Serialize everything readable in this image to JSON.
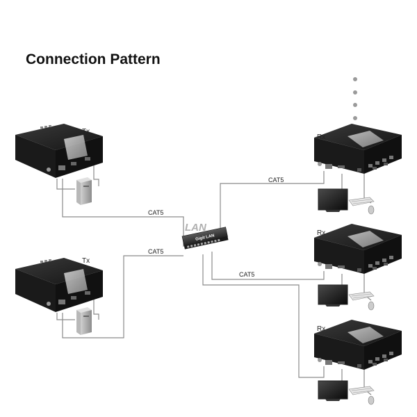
{
  "title": "Connection Pattern",
  "lan_label": "LAN",
  "switch_label": "Gigit LAN",
  "transmitters": [
    {
      "label": "Tx",
      "cable": "CAT5"
    },
    {
      "label": "Tx",
      "cable": "CAT5"
    }
  ],
  "receivers": [
    {
      "label": "Rx",
      "cable": "CAT5"
    },
    {
      "label": "Rx",
      "cable": "CAT5"
    },
    {
      "label": "Rx",
      "cable": ""
    }
  ],
  "colors": {
    "device_body": "#1c1c1c",
    "device_top": "#2e2e2e",
    "cable": "#8a8a8a",
    "continuation_dots": "#9a9a9a"
  },
  "icons": [
    "kvm-extender-icon",
    "pc-tower-icon",
    "monitor-icon",
    "keyboard-icon",
    "mouse-icon",
    "network-switch-icon"
  ]
}
